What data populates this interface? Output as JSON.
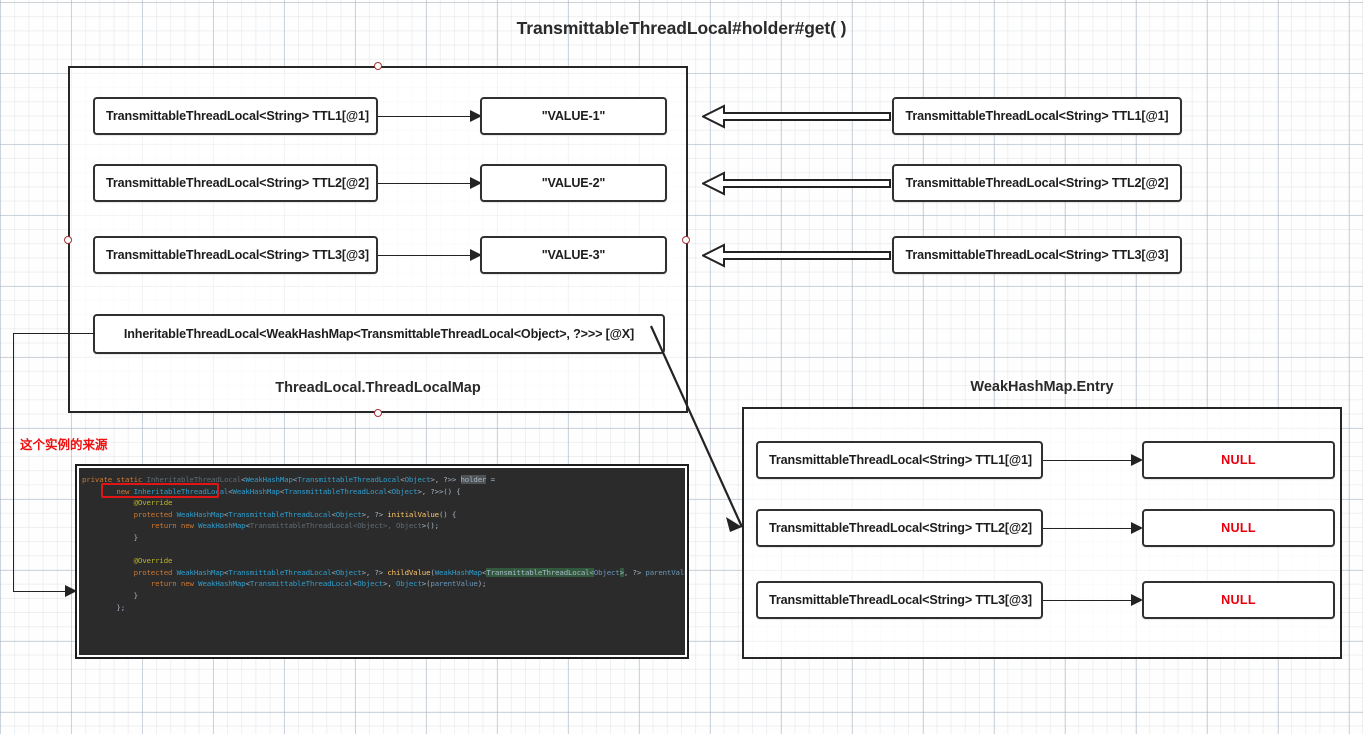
{
  "title": "TransmittableThreadLocal#holder#get( )",
  "groups": {
    "threadlocalmap_label": "ThreadLocal.ThreadLocalMap",
    "weakhashmap_label": "WeakHashMap.Entry"
  },
  "threadlocalmap": {
    "entries": [
      {
        "key": "TransmittableThreadLocal<String> TTL1[@1]",
        "value": "\"VALUE-1\""
      },
      {
        "key": "TransmittableThreadLocal<String> TTL2[@2]",
        "value": "\"VALUE-2\""
      },
      {
        "key": "TransmittableThreadLocal<String> TTL3[@3]",
        "value": "\"VALUE-3\""
      }
    ],
    "holder_entry": "InheritableThreadLocal<WeakHashMap<TransmittableThreadLocal<Object>, ?>>> [@X]"
  },
  "external_refs": [
    "TransmittableThreadLocal<String> TTL1[@1]",
    "TransmittableThreadLocal<String> TTL2[@2]",
    "TransmittableThreadLocal<String> TTL3[@3]"
  ],
  "weakhashmap": {
    "entries": [
      {
        "key": "TransmittableThreadLocal<String> TTL1[@1]",
        "value": "NULL"
      },
      {
        "key": "TransmittableThreadLocal<String> TTL2[@2]",
        "value": "NULL"
      },
      {
        "key": "TransmittableThreadLocal<String> TTL3[@3]",
        "value": "NULL"
      }
    ]
  },
  "annotation": "这个实例的来源",
  "code": {
    "lines": [
      "private static InheritableThreadLocal<WeakHashMap<TransmittableThreadLocal<Object>, ?>> holder =",
      "        new InheritableThreadLocal<WeakHashMap<TransmittableThreadLocal<Object>, ?>>() {",
      "            @Override",
      "            protected WeakHashMap<TransmittableThreadLocal<Object>, ?> initialValue() {",
      "                return new WeakHashMap<TransmittableThreadLocal<Object>, Object>();",
      "            }",
      "",
      "            @Override",
      "            protected WeakHashMap<TransmittableThreadLocal<Object>, ?> childValue(WeakHashMap<TransmittableThreadLocal<Object>, ?> parentValue) {",
      "                return new WeakHashMap<TransmittableThreadLocal<Object>, Object>(parentValue);",
      "            }",
      "        };"
    ],
    "highlight_token": "new InheritableThreadLocal<"
  },
  "colors": {
    "null_text": "#e8000d",
    "annotation": "#f01010",
    "stroke": "#232323",
    "code_bg": "#2b2b2b",
    "highlight_border": "#e01515"
  }
}
